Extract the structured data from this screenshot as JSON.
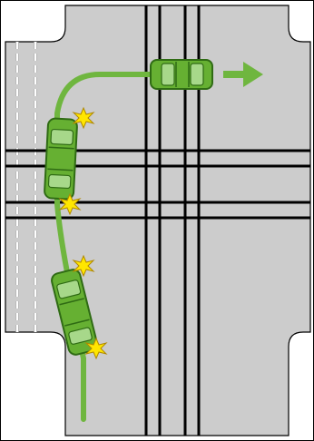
{
  "diagram": {
    "kind": "accident-sketch",
    "colors": {
      "road": "#cccccc",
      "ground": "#ffffff",
      "border": "#000000",
      "lane_rail": "#000000",
      "crosswalk_dash": "#ffffff",
      "vehicle_fill": "#66b032",
      "vehicle_dark": "#2f6b14",
      "vehicle_window": "#a7d88a",
      "path": "#6fb63f",
      "arrow": "#6fb63f",
      "impact_star": "#ffe600",
      "impact_outline": "#b08900"
    },
    "vehicles": [
      {
        "id": "car-exit",
        "heading": "east"
      },
      {
        "id": "car-mid",
        "heading": "north"
      },
      {
        "id": "car-start",
        "heading": "north"
      }
    ],
    "impact_count": 4,
    "direction_arrow": "east"
  }
}
